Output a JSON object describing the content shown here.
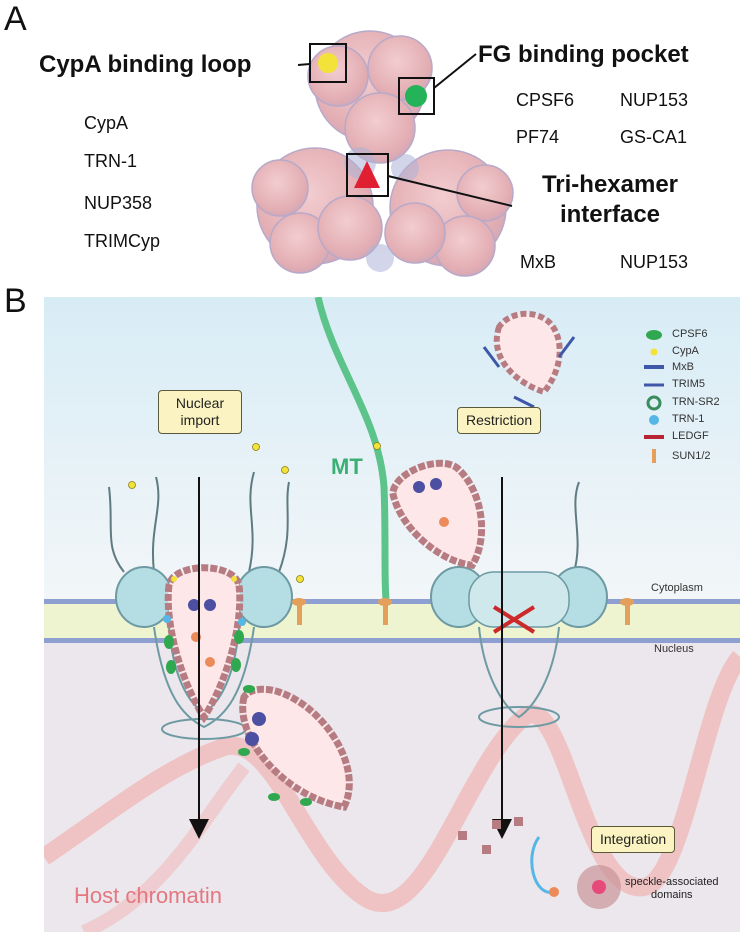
{
  "panel_a": {
    "letter": "A",
    "sites": {
      "cypa_loop": {
        "title": "CypA binding loop",
        "binders": [
          "CypA",
          "TRN-1",
          "NUP358",
          "TRIMCyp"
        ]
      },
      "fg_pocket": {
        "title": "FG binding pocket",
        "binders": [
          "CPSF6",
          "NUP153",
          "PF74",
          "GS-CA1"
        ]
      },
      "trihexamer": {
        "title_line1": "Tri-hexamer",
        "title_line2": "interface",
        "binders": [
          "MxB",
          "NUP153"
        ]
      }
    }
  },
  "panel_b": {
    "letter": "B",
    "labels": {
      "nuclear_import_line1": "Nuclear",
      "nuclear_import_line2": "import",
      "restriction": "Restriction",
      "integration": "Integration",
      "mt": "MT",
      "cytoplasm": "Cytoplasm",
      "nucleus": "Nucleus",
      "host_chromatin": "Host chromatin",
      "speckle_line1": "speckle-associated",
      "speckle_line2": "domains"
    },
    "legend": [
      "CPSF6",
      "CypA",
      "MxB",
      "TRIM5",
      "TRN-SR2",
      "TRN-1",
      "LEDGF",
      "SUN1/2"
    ]
  },
  "colors": {
    "capsid": "#e8b9bd",
    "capsid_edge": "#a9b2d6",
    "cypa_site": "#f3e23a",
    "fg_site": "#25b35a",
    "trihex_site": "#e02030",
    "mt": "#5cc48a",
    "capsid_bead": "#b77c82",
    "cpsf6": "#2fa84f",
    "cypa": "#f3e23a",
    "trn1": "#56b7e6",
    "membrane": "#8e9fd1",
    "nucleus_bg": "#ece9ee",
    "cytoplasm_bg": "#e3f1f8",
    "chromatin": "#f1b2b2"
  }
}
